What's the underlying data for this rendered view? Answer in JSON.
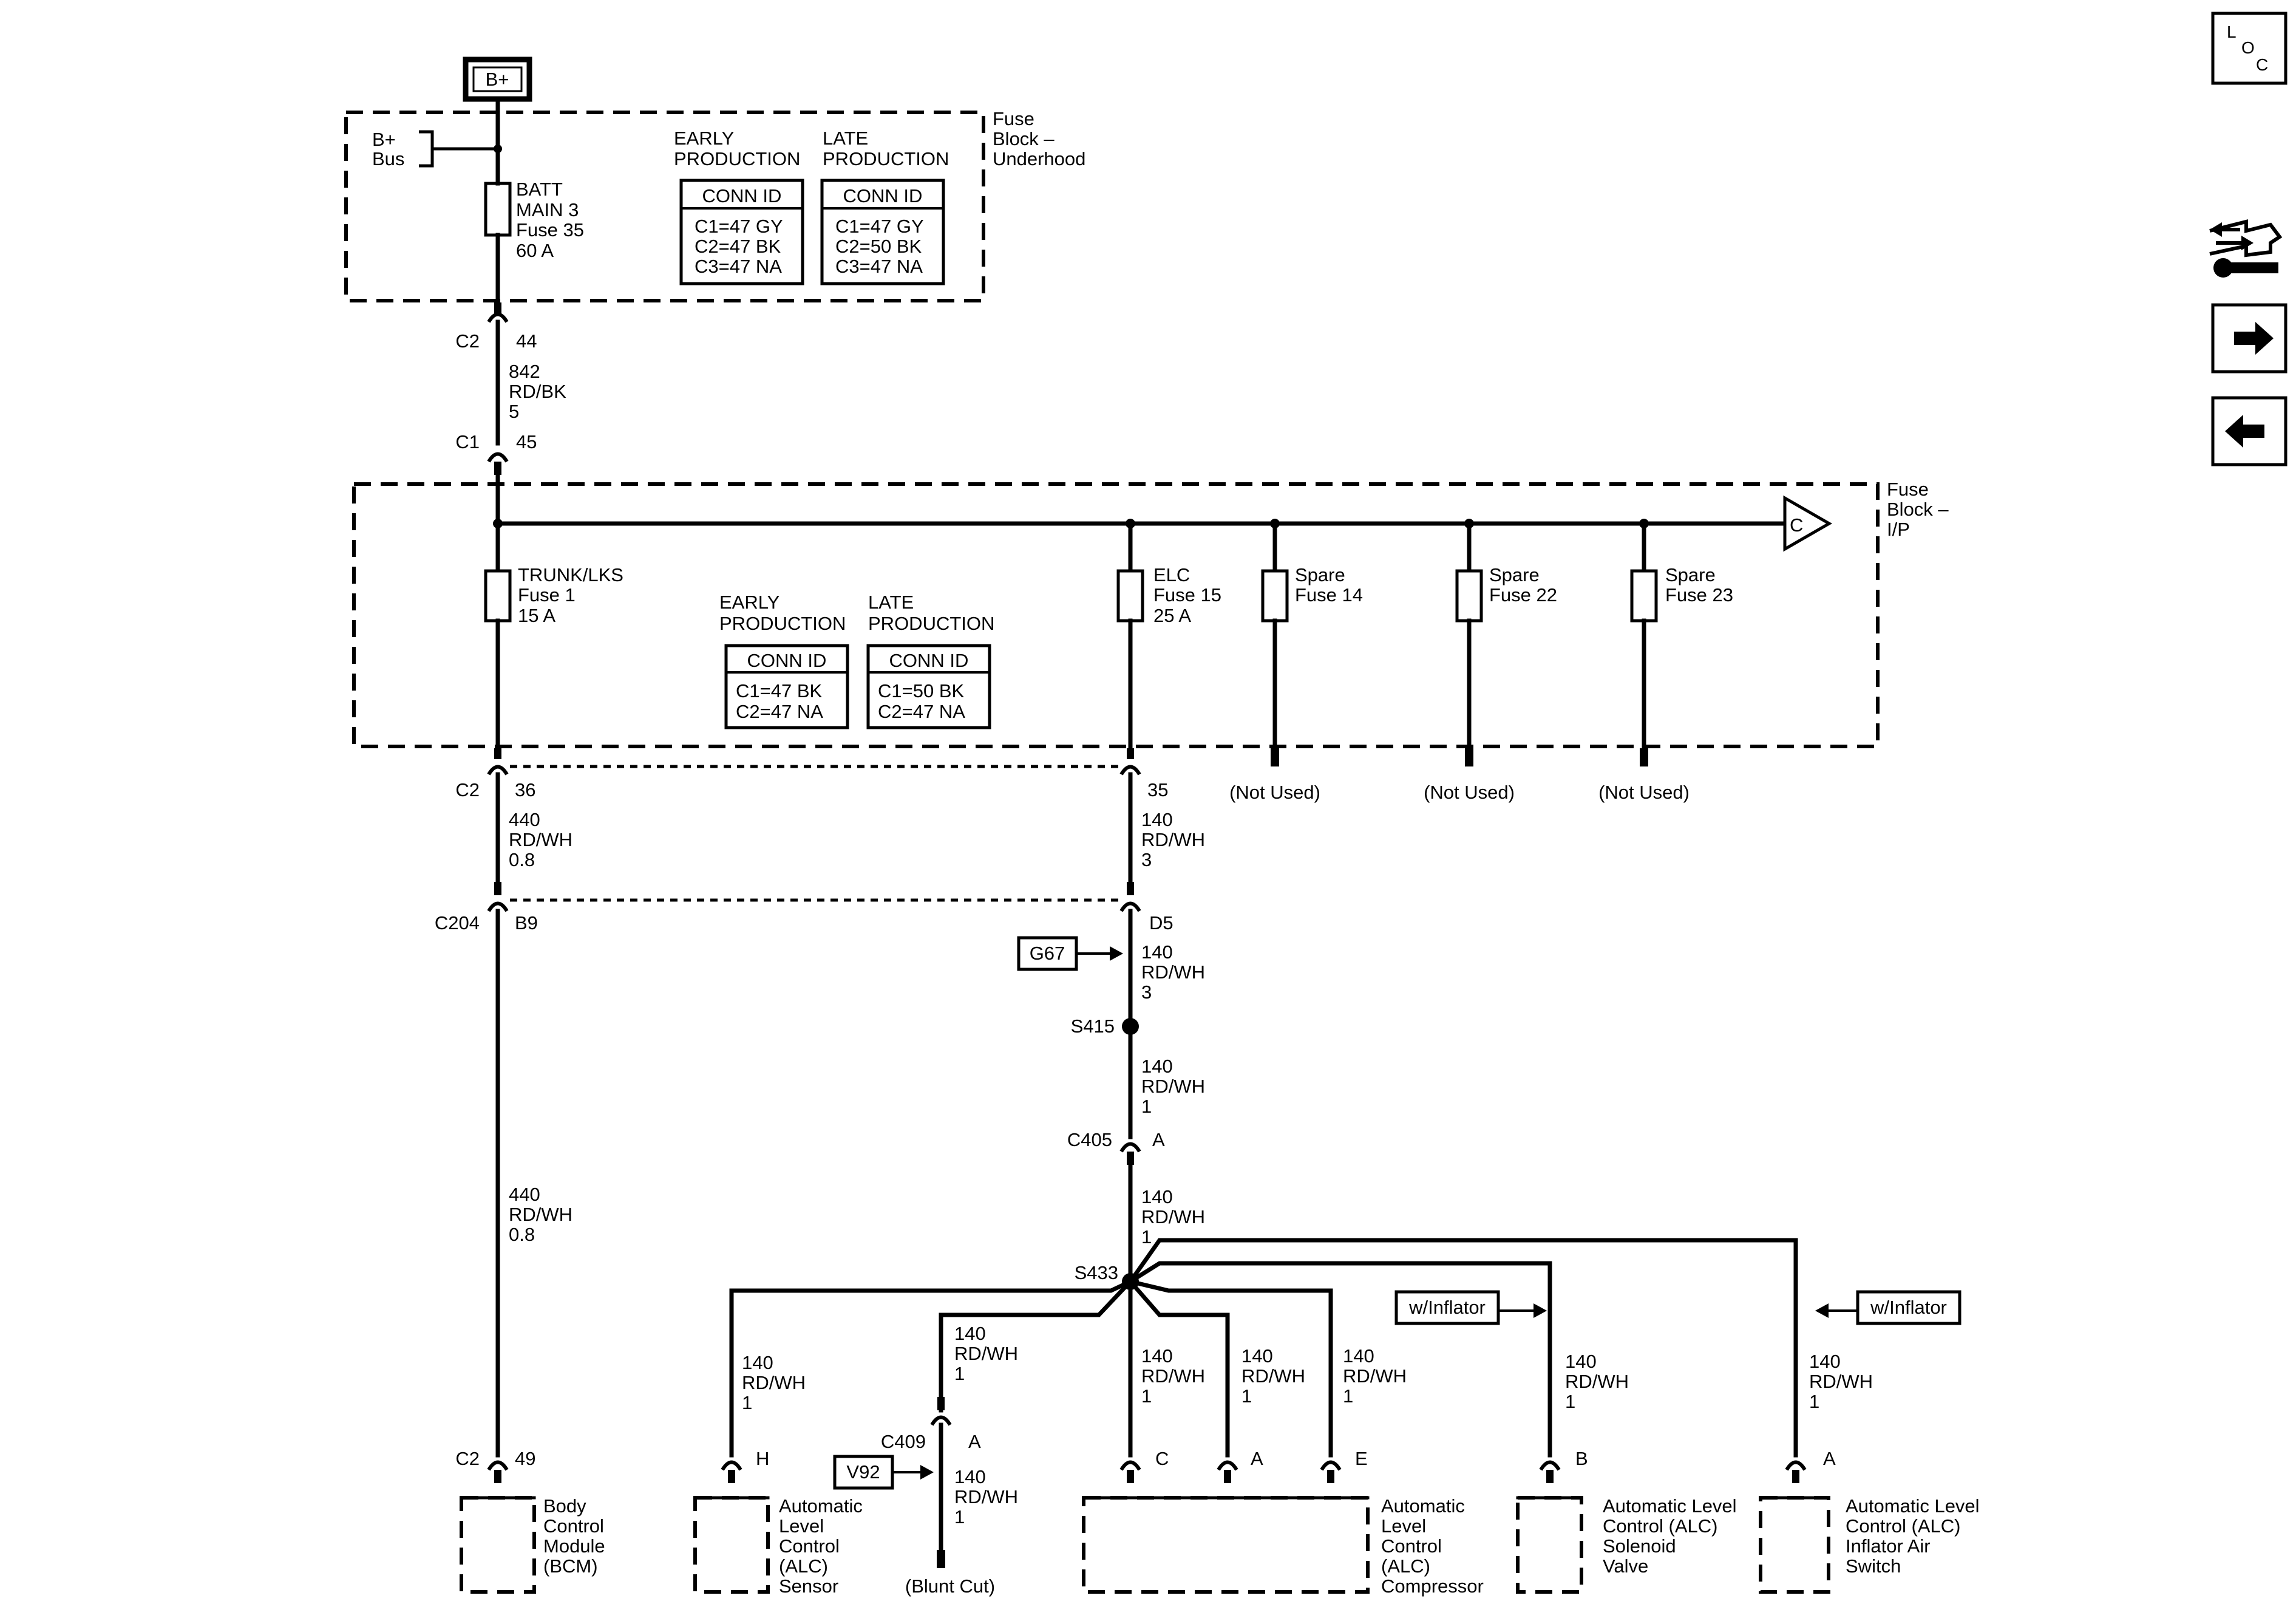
{
  "power": {
    "label": "B+"
  },
  "bus": {
    "line1": "B+",
    "line2": "Bus"
  },
  "fuse_block_underhood": {
    "title": [
      "Fuse",
      "Block –",
      "Underhood"
    ],
    "fuse": [
      "BATT",
      "MAIN 3",
      "Fuse 35",
      "60 A"
    ],
    "early": {
      "heading": [
        "EARLY",
        "PRODUCTION"
      ],
      "conn_id": "CONN ID",
      "rows": [
        "C1=47 GY",
        "C2=47 BK",
        "C3=47 NA"
      ]
    },
    "late": {
      "heading": [
        "LATE",
        "PRODUCTION"
      ],
      "conn_id": "CONN ID",
      "rows": [
        "C1=47 GY",
        "C2=50 BK",
        "C3=47 NA"
      ]
    }
  },
  "upper_wire": {
    "conn_top": {
      "name": "C2",
      "pin": "44"
    },
    "wire": [
      "842",
      "RD/BK",
      "5"
    ],
    "conn_bottom": {
      "name": "C1",
      "pin": "45"
    }
  },
  "fuse_block_ip": {
    "title": [
      "Fuse",
      "Block –",
      "I/P"
    ],
    "offpage": "C",
    "trunk_fuse": [
      "TRUNK/LKS",
      "Fuse 1",
      "15 A"
    ],
    "elc_fuse": [
      "ELC",
      "Fuse 15",
      "25 A"
    ],
    "spare14": [
      "Spare",
      "Fuse 14"
    ],
    "spare22": [
      "Spare",
      "Fuse 22"
    ],
    "spare23": [
      "Spare",
      "Fuse 23"
    ],
    "not_used": "(Not Used)",
    "early": {
      "heading": [
        "EARLY",
        "PRODUCTION"
      ],
      "conn_id": "CONN ID",
      "rows": [
        "C1=47 BK",
        "C2=47 NA"
      ]
    },
    "late": {
      "heading": [
        "LATE",
        "PRODUCTION"
      ],
      "conn_id": "CONN ID",
      "rows": [
        "C1=50 BK",
        "C2=47 NA"
      ]
    }
  },
  "left_branch": {
    "c2": {
      "name": "C2",
      "pin": "36"
    },
    "wire1": [
      "440",
      "RD/WH",
      "0.8"
    ],
    "c204": {
      "name": "C204",
      "pin": "B9"
    },
    "wire2": [
      "440",
      "RD/WH",
      "0.8"
    ],
    "c2_bcm": {
      "name": "C2",
      "pin": "49"
    },
    "bcm": [
      "Body",
      "Control",
      "Module",
      "(BCM)"
    ]
  },
  "right_branch": {
    "pin35": "35",
    "wire1": [
      "140",
      "RD/WH",
      "3"
    ],
    "d5": "D5",
    "g67": "G67",
    "wire2": [
      "140",
      "RD/WH",
      "3"
    ],
    "s415": "S415",
    "wire3": [
      "140",
      "RD/WH",
      "1"
    ],
    "c405": {
      "name": "C405",
      "pin": "A"
    },
    "wire4": [
      "140",
      "RD/WH",
      "1"
    ],
    "s433": "S433"
  },
  "loads": {
    "sensor": {
      "wire": [
        "140",
        "RD/WH",
        "1"
      ],
      "pin": "H",
      "label": [
        "Automatic",
        "Level",
        "Control",
        "(ALC)",
        "Sensor"
      ]
    },
    "blunt": {
      "wire1": [
        "140",
        "RD/WH",
        "1"
      ],
      "c409": {
        "name": "C409",
        "pin": "A"
      },
      "v92": "V92",
      "wire2": [
        "140",
        "RD/WH",
        "1"
      ],
      "label": "(Blunt Cut)"
    },
    "compressor": {
      "wire_c": [
        "140",
        "RD/WH",
        "1"
      ],
      "wire_a": [
        "140",
        "RD/WH",
        "1"
      ],
      "wire_e": [
        "140",
        "RD/WH",
        "1"
      ],
      "pins": [
        "C",
        "A",
        "E"
      ],
      "label": [
        "Automatic",
        "Level",
        "Control",
        "(ALC)",
        "Compressor"
      ]
    },
    "solenoid": {
      "option": "w/Inflator",
      "wire": [
        "140",
        "RD/WH",
        "1"
      ],
      "pin": "B",
      "label": [
        "Automatic Level",
        "Control (ALC)",
        "Solenoid",
        "Valve"
      ]
    },
    "switch": {
      "option": "w/Inflator",
      "wire": [
        "140",
        "RD/WH",
        "1"
      ],
      "pin": "A",
      "label": [
        "Automatic Level",
        "Control (ALC)",
        "Inflator Air",
        "Switch"
      ]
    }
  },
  "nav": {
    "loc": [
      "L",
      "O",
      "C"
    ]
  }
}
